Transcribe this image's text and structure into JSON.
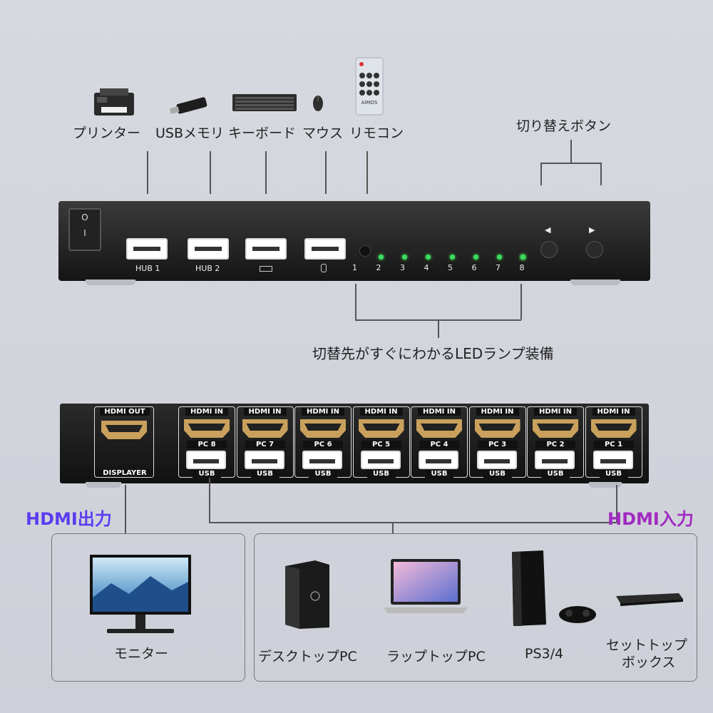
{
  "top_labels": {
    "printer": "プリンター",
    "usb_memory": "USBメモリ",
    "keyboard": "キーボード",
    "mouse": "マウス",
    "remote": "リモコン",
    "switch_button": "切り替えボタン"
  },
  "remote_brand": "AIMOS",
  "front_panel": {
    "power_on": "I",
    "power_off": "O",
    "hub1": "HUB 1",
    "hub2": "HUB 2",
    "led_numbers": [
      "1",
      "2",
      "3",
      "4",
      "5",
      "6",
      "7",
      "8"
    ],
    "left_arrow": "◀",
    "right_arrow": "▶"
  },
  "led_caption": "切替先がすぐにわかるLEDランプ装備",
  "back_panel": {
    "hdmi_out": "HDMI OUT",
    "displayer": "DISPLAYER",
    "hdmi_in": "HDMI IN",
    "usb": "USB",
    "pcs": [
      "PC 8",
      "PC 7",
      "PC 6",
      "PC 5",
      "PC 4",
      "PC 3",
      "PC 2",
      "PC 1"
    ]
  },
  "hdmi_output_label": "HDMI出力",
  "hdmi_input_label": "HDMI入力",
  "devices": {
    "monitor": "モニター",
    "desktop": "デスクトップPC",
    "laptop": "ラップトップPC",
    "ps": "PS3/4",
    "settop_line1": "セットトップ",
    "settop_line2": "ボックス"
  },
  "colors": {
    "led_green": "#39e060",
    "hdmi_out_text": "#5b3df0",
    "hdmi_in_text": "#a02ac0"
  }
}
